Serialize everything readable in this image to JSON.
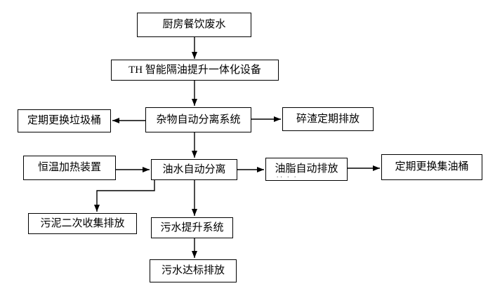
{
  "diagram_type": "flowchart",
  "colors": {
    "background": "#ffffff",
    "line": "#000000",
    "text": "#000000",
    "node_fill": "#ffffff"
  },
  "nodes": {
    "kitchen_wastewater": {
      "label": "厨房餐饮废水"
    },
    "integrated_device": {
      "label": "TH 智能隔油提升一体化设备"
    },
    "debris_separation": {
      "label": "杂物自动分离系统"
    },
    "trash_replace": {
      "label": "定期更换垃圾桶"
    },
    "residue_discharge": {
      "label": "碎渣定期排放"
    },
    "heating_device": {
      "label": "恒温加热装置"
    },
    "oil_water_separation": {
      "label": "油水自动分离"
    },
    "grease_discharge": {
      "label": "油脂自动排放",
      "underline_dots": "·· · ·"
    },
    "oil_drum_replace": {
      "label": "定期更换集油桶"
    },
    "sludge_discharge": {
      "label": "污泥二次收集排放"
    },
    "sewage_lift": {
      "label": "污水提升系统"
    },
    "standard_discharge": {
      "label": "污水达标排放"
    }
  },
  "edges": [
    {
      "from": "kitchen_wastewater",
      "to": "integrated_device",
      "style": "arrow-down"
    },
    {
      "from": "integrated_device",
      "to": "debris_separation",
      "style": "arrow-down"
    },
    {
      "from": "debris_separation",
      "to": "trash_replace",
      "style": "arrow-left"
    },
    {
      "from": "debris_separation",
      "to": "residue_discharge",
      "style": "arrow-right"
    },
    {
      "from": "debris_separation",
      "to": "oil_water_separation",
      "style": "arrow-down"
    },
    {
      "from": "heating_device",
      "to": "oil_water_separation",
      "style": "arrow-right"
    },
    {
      "from": "oil_water_separation",
      "to": "grease_discharge",
      "style": "arrow-right"
    },
    {
      "from": "grease_discharge",
      "to": "oil_drum_replace",
      "style": "arrow-right"
    },
    {
      "from": "oil_water_separation",
      "to": "sludge_discharge",
      "style": "elbow-down-left-down"
    },
    {
      "from": "oil_water_separation",
      "to": "sewage_lift",
      "style": "arrow-down"
    },
    {
      "from": "sewage_lift",
      "to": "standard_discharge",
      "style": "arrow-down"
    }
  ]
}
